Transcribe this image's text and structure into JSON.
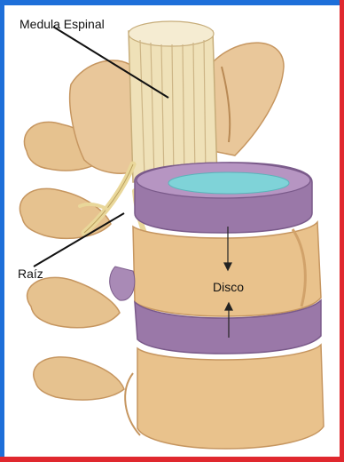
{
  "labels": {
    "spinal_cord": "Medula Espinal",
    "root": "Raíz",
    "disc": "Disco"
  },
  "colors": {
    "frame_blue": "#1e6fd9",
    "frame_red": "#e0282e",
    "bone": "#e9c79a",
    "bone_shadow": "#c99a63",
    "disc_purple": "#9a78a8",
    "disc_core": "#7fd3d8",
    "cord": "#efe1b8"
  }
}
